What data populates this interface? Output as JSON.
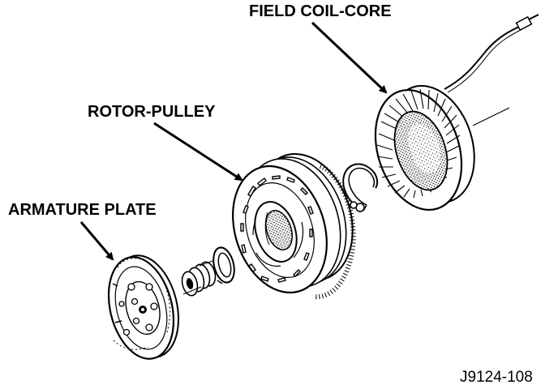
{
  "labels": {
    "field_coil_core": "FIELD COIL-CORE",
    "rotor_pulley": "ROTOR-PULLEY",
    "armature_plate": "ARMATURE PLATE",
    "figure_id": "J9124-108"
  },
  "colors": {
    "ink": "#000000",
    "paper": "#ffffff",
    "shade": "#9a9a9a"
  }
}
